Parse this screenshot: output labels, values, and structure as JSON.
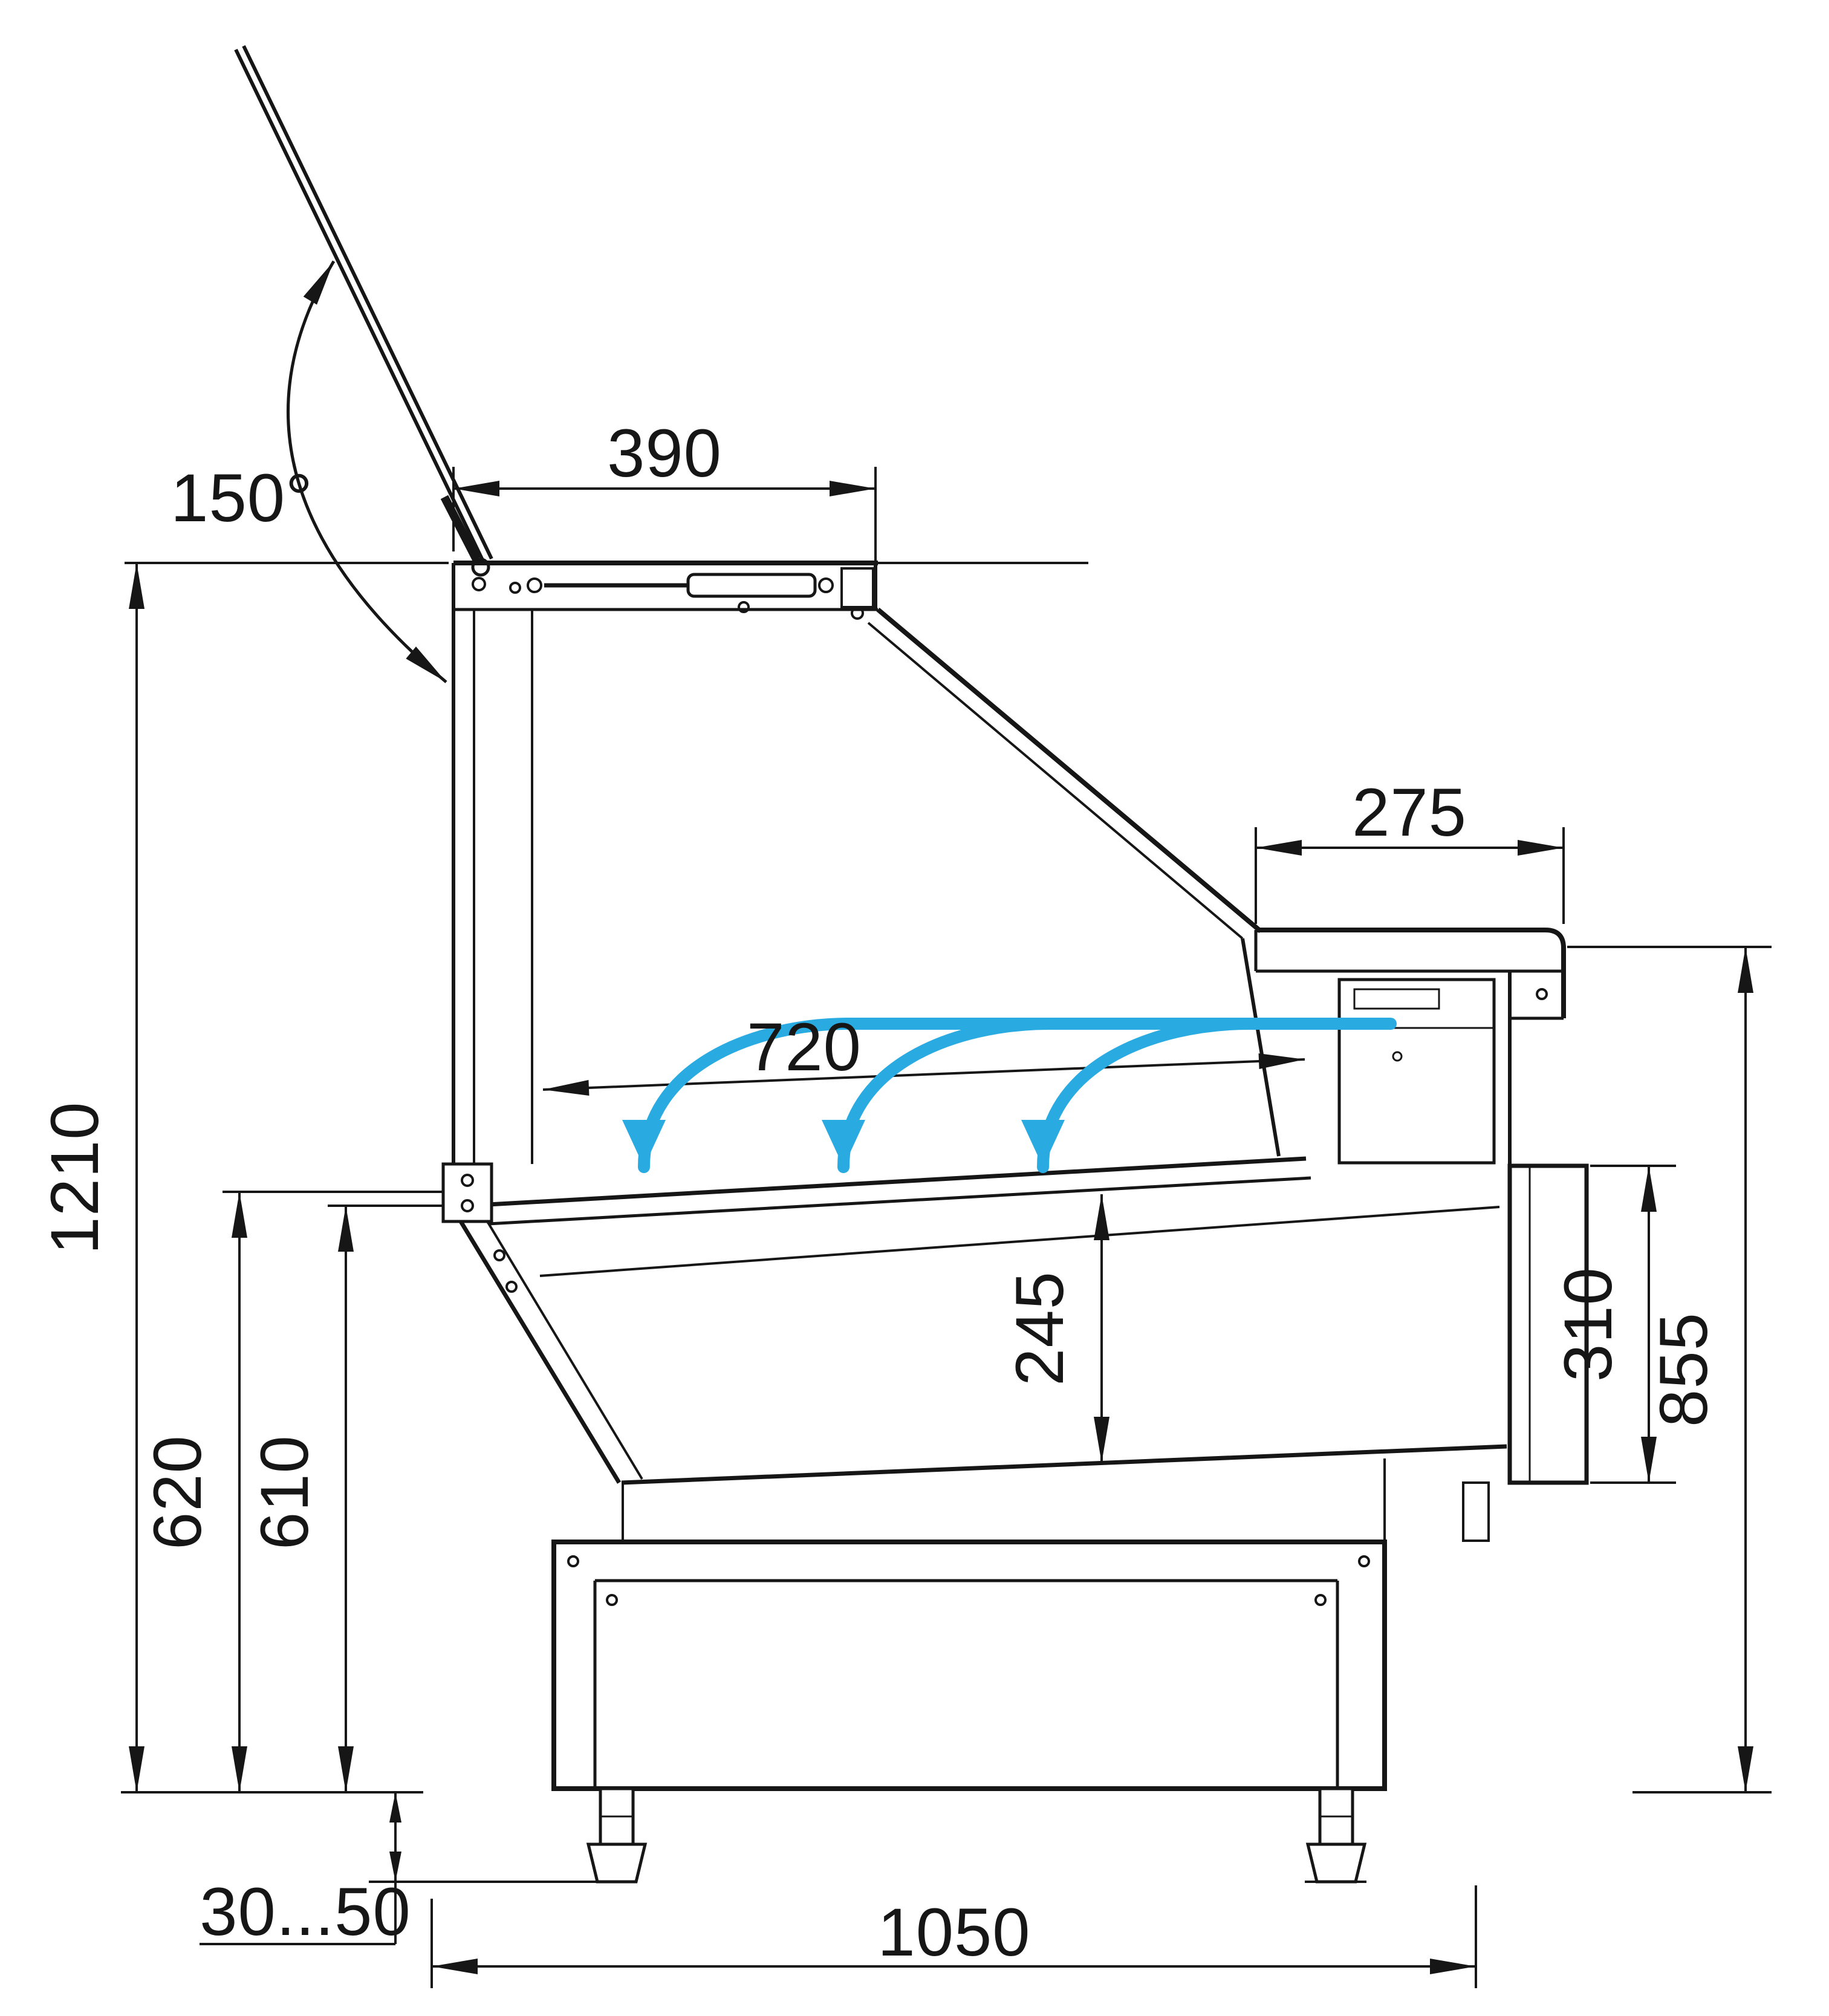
{
  "colors": {
    "line": "#161616",
    "airflow": "#29abe2",
    "background": "#ffffff"
  },
  "dimensions": {
    "opening_angle": "150°",
    "canopy_depth": "390",
    "rear_counter_depth": "275",
    "display_deck_depth": "720",
    "overall_height": "1210",
    "front_height_outer": "620",
    "front_height_inner": "610",
    "well_height": "245",
    "rear_panel_height": "310",
    "rear_height": "855",
    "leg_adjustment_range": "30...50",
    "base_depth": "1050"
  }
}
